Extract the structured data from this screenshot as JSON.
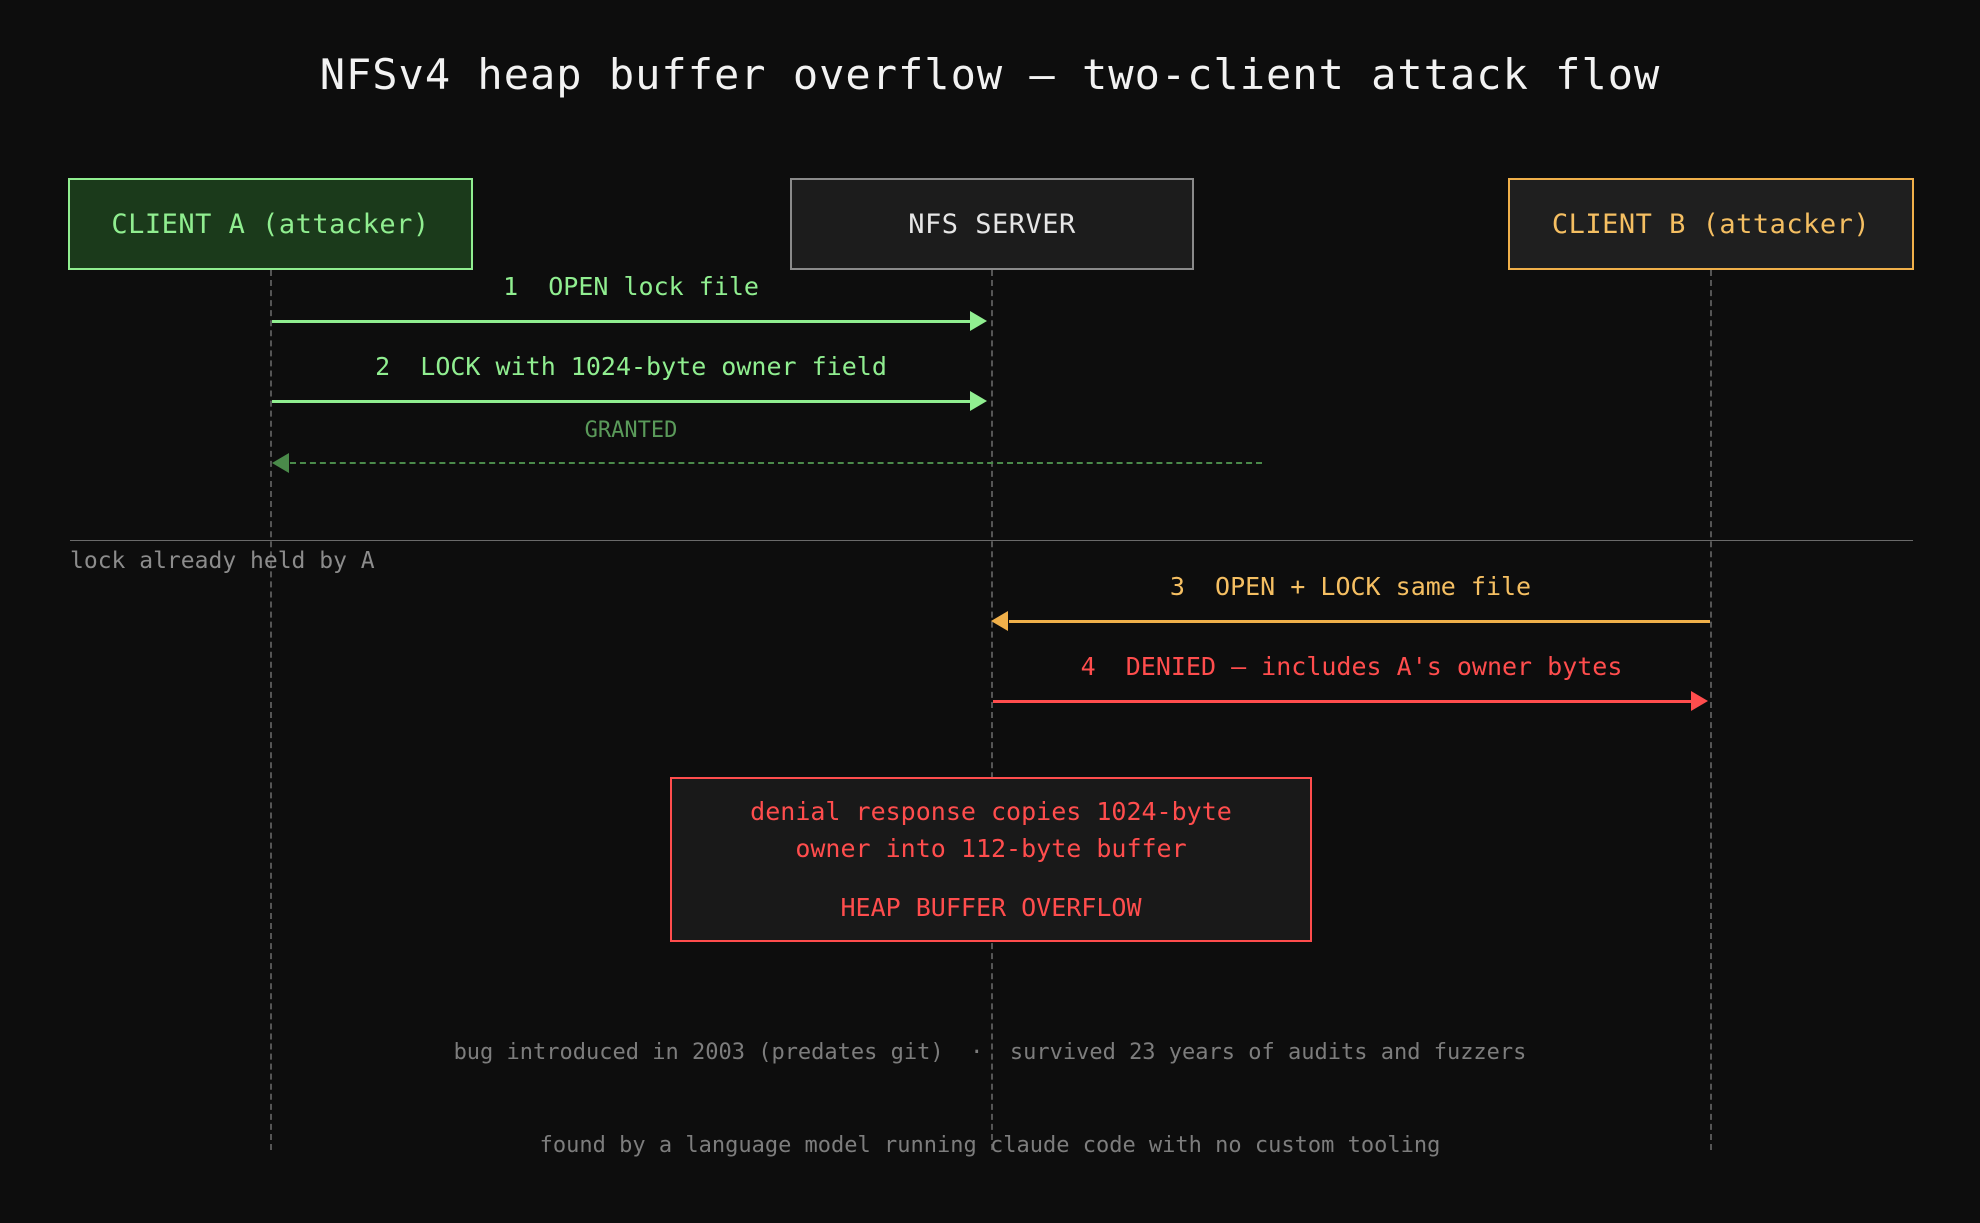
{
  "title": "NFSv4 heap buffer overflow — two-client attack flow",
  "participants": [
    {
      "id": "client-a",
      "label": "CLIENT A (attacker)",
      "color": "#90ee90",
      "fill": "#1b3a1b"
    },
    {
      "id": "nfs-server",
      "label": "NFS SERVER",
      "color": "#e6e6e6",
      "fill": "#1c1c1c"
    },
    {
      "id": "client-b",
      "label": "CLIENT B (attacker)",
      "color": "#f5bf62",
      "fill": "#1f1f1f"
    }
  ],
  "messages": [
    {
      "seq": "1",
      "label": "1  OPEN lock file",
      "from": "client-a",
      "to": "nfs-server",
      "style": "solid",
      "direction": "right",
      "color": "#90ee90"
    },
    {
      "seq": "2",
      "label": "2  LOCK with 1024-byte owner field",
      "from": "client-a",
      "to": "nfs-server",
      "style": "solid",
      "direction": "right",
      "color": "#90ee90"
    },
    {
      "seq": "",
      "label": "GRANTED",
      "from": "nfs-server",
      "to": "client-a",
      "style": "dashed",
      "direction": "left",
      "color": "#5a9a5a"
    },
    {
      "seq": "3",
      "label": "3  OPEN + LOCK same file",
      "from": "client-b",
      "to": "nfs-server",
      "style": "solid",
      "direction": "left",
      "color": "#f5bf62"
    },
    {
      "seq": "4",
      "label": "4  DENIED — includes A's owner bytes",
      "from": "nfs-server",
      "to": "client-b",
      "style": "solid",
      "direction": "right",
      "color": "#ff4d4d"
    }
  ],
  "separator": {
    "label": "lock already held by A",
    "color": "#8c8c8c"
  },
  "note": {
    "line1": "denial response copies 1024-byte",
    "line2": "owner into 112-byte buffer",
    "line3": "HEAP BUFFER OVERFLOW",
    "color": "#ff4d4d"
  },
  "footer": {
    "line1": "bug introduced in 2003 (predates git)  ·  survived 23 years of audits and fuzzers",
    "line2": "found by a language model running claude code with no custom tooling",
    "color": "#7d7d7d"
  },
  "theme": {
    "background": "#0d0d0d",
    "lifeline": "#555555"
  }
}
